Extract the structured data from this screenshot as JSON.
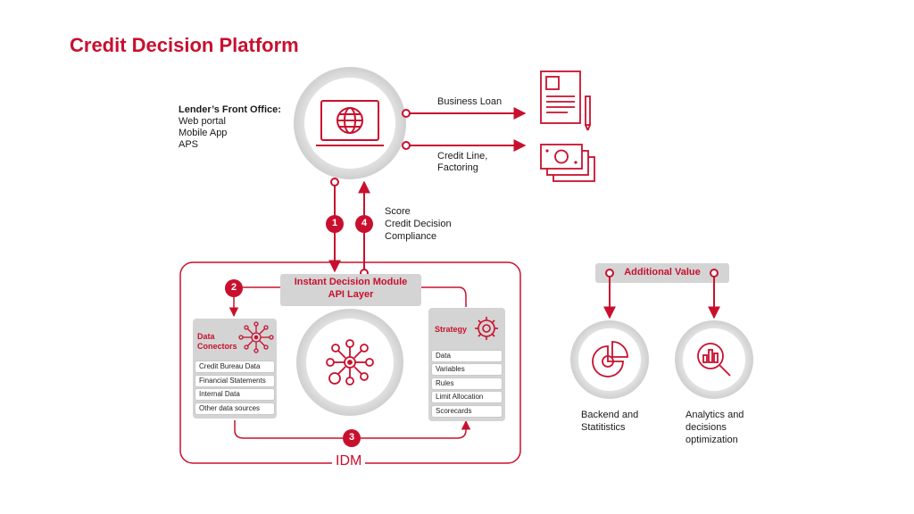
{
  "title": "Credit Decision Platform",
  "front_office": {
    "heading": "Lender’s Front Office:",
    "items": [
      "Web portal",
      "Mobile App",
      "APS"
    ]
  },
  "outputs": {
    "business_loan": "Business Loan",
    "credit_line_1": "Credit Line,",
    "credit_line_2": "Factoring"
  },
  "feedback": [
    "Score",
    "Credit Decision",
    "Compliance"
  ],
  "steps": [
    "1",
    "2",
    "3",
    "4"
  ],
  "api": {
    "line1": "Instant Decision Module",
    "line2": "API Layer"
  },
  "data_connectors": {
    "title_1": "Data",
    "title_2": "Conectors",
    "items": [
      "Credit Bureau Data",
      "Financial Statements",
      "Internal Data",
      "Other data sources"
    ]
  },
  "strategy": {
    "title": "Strategy",
    "items": [
      "Data",
      "Variables",
      "Rules",
      "Limit Allocation",
      "Scorecards"
    ]
  },
  "idm_label": "IDM",
  "additional": {
    "label": "Additional Value",
    "backend_1": "Backend and",
    "backend_2": "Statitistics",
    "analytics_1": "Analytics and",
    "analytics_2": "decisions",
    "analytics_3": "optimization"
  },
  "colors": {
    "accent": "#c8102e",
    "panel": "#d4d4d4",
    "ring": "#dcdcdc",
    "text": "#1a1a1a"
  },
  "icons": [
    "globe-laptop-icon",
    "document-icon",
    "banknotes-icon",
    "network-hub-icon",
    "gear-icon",
    "pie-chart-icon",
    "bar-chart-magnifier-icon"
  ]
}
